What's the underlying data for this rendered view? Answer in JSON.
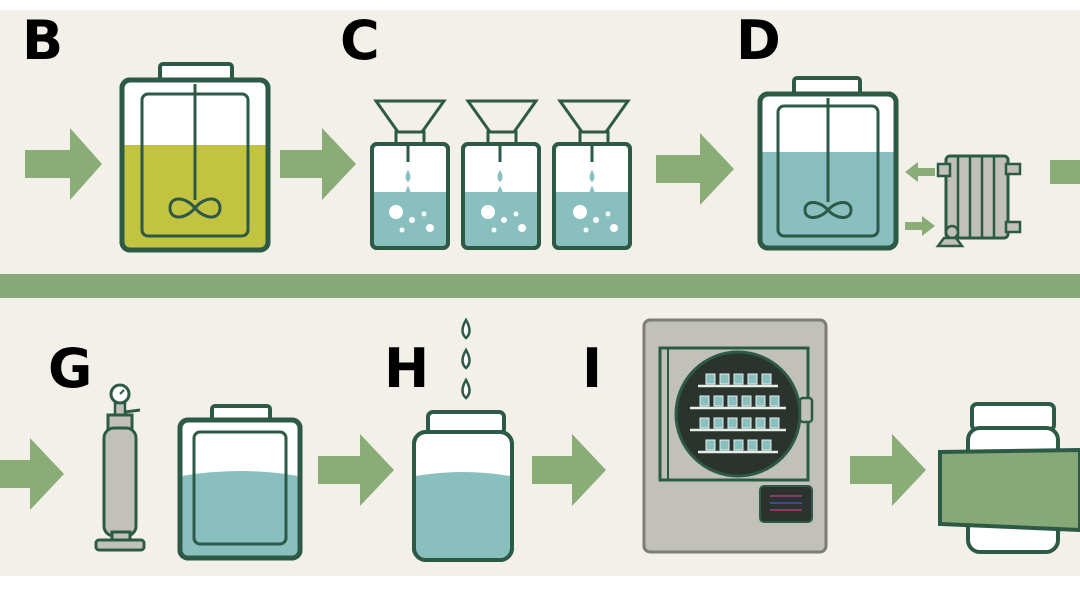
{
  "diagram": {
    "colors": {
      "background": "#f2f0e9",
      "outline": "#2d5a46",
      "arrow": "#8aac76",
      "divider": "#87a877",
      "olive_liquid": "#c3c342",
      "teal_liquid": "#89bfbf",
      "machine_gray": "#c1c1b9",
      "label_green": "#87a877"
    },
    "top_row": {
      "steps": [
        {
          "label": "B",
          "name": "step-b-label",
          "item": "reactor-vessel-olive",
          "icon": "mixing-tank-icon"
        },
        {
          "label": "C",
          "name": "step-c-label",
          "item": "filtration-bottles",
          "icon": "funnel-bottle-icon"
        },
        {
          "label": "D",
          "name": "step-d-label",
          "item": "reactor-vessel-teal-with-heater",
          "icon": "heater-radiator-icon"
        }
      ]
    },
    "bottom_row": {
      "steps": [
        {
          "label": "G",
          "name": "step-g-label",
          "item": "gas-cylinder-and-tank",
          "icon": "gas-cylinder-icon"
        },
        {
          "label": "H",
          "name": "step-h-label",
          "item": "jar-with-drops",
          "icon": "jar-icon"
        },
        {
          "label": "I",
          "name": "step-i-label",
          "item": "freeze-dryer",
          "icon": "freeze-dryer-icon"
        }
      ],
      "final_item": "labeled-product-jar"
    }
  }
}
